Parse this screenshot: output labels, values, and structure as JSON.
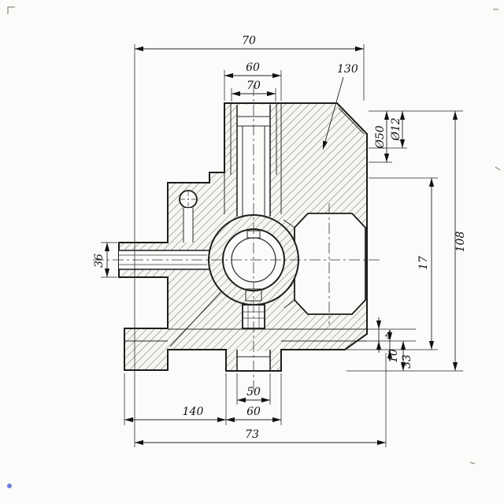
{
  "colors": {
    "ink": "#1c1c1c",
    "paper": "#fbfbf9",
    "artifact_blue": "#4a5fd0"
  },
  "dims": {
    "top_total": "70",
    "boss_outer": "60",
    "boss_inner": "70",
    "callout": "130",
    "dia_top": "Ø50",
    "dia_top2": "Ø12",
    "right_inner": "17",
    "right_total": "108",
    "left_pipe": "36",
    "step_small": "4",
    "step_mid": "10",
    "step_large": "33",
    "bottom_bore": "50",
    "bottom_left": "140",
    "bottom_boss": "60",
    "bottom_total": "73"
  }
}
